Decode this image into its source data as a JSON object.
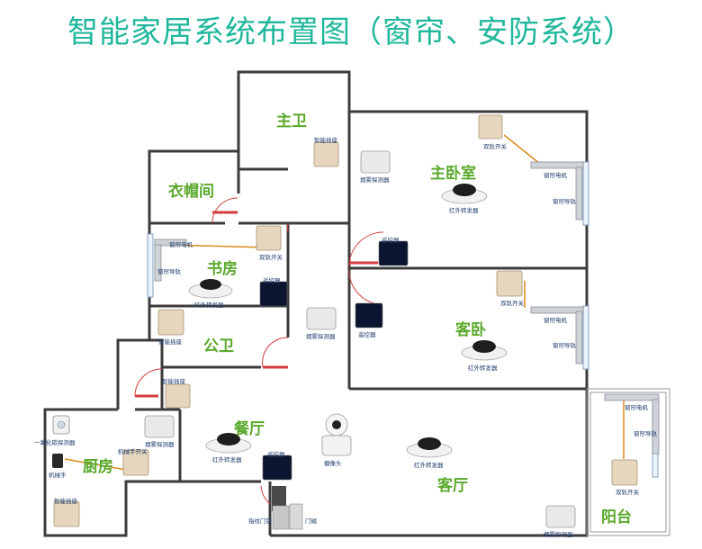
{
  "title": "智能家居系统布置图（窗帘、安防系统）",
  "colors": {
    "title": "#20b79c",
    "room_label": "#5aa92b",
    "wall": "#3c3c3c",
    "door_arc": "#d23c3c",
    "device_label": "#1f3c6e",
    "wire": "#d98b1e"
  },
  "rooms": {
    "master_bath": "主卫",
    "master_bedroom": "主卧室",
    "cloakroom": "衣帽间",
    "study": "书房",
    "public_bath": "公卫",
    "guest_bedroom": "客卧",
    "dining": "餐厅",
    "kitchen": "厨房",
    "living": "客厅",
    "balcony": "阳台"
  },
  "labels": {
    "smart_socket": "智能插座",
    "smoke_detector": "烟雾探测器",
    "dual_switch": "双轨开关",
    "curtain_motor": "窗帘电机",
    "curtain_track": "窗帘导轨",
    "ir_transmitter": "红外转发器",
    "remote_controller": "遥控器",
    "co_detector": "一氧化碳探测器",
    "manipulator_switch": "机械手开关",
    "manipulator": "机械手",
    "camera": "摄像头",
    "fingerprint_lock": "指纹门锁",
    "door_magnet": "门磁"
  }
}
